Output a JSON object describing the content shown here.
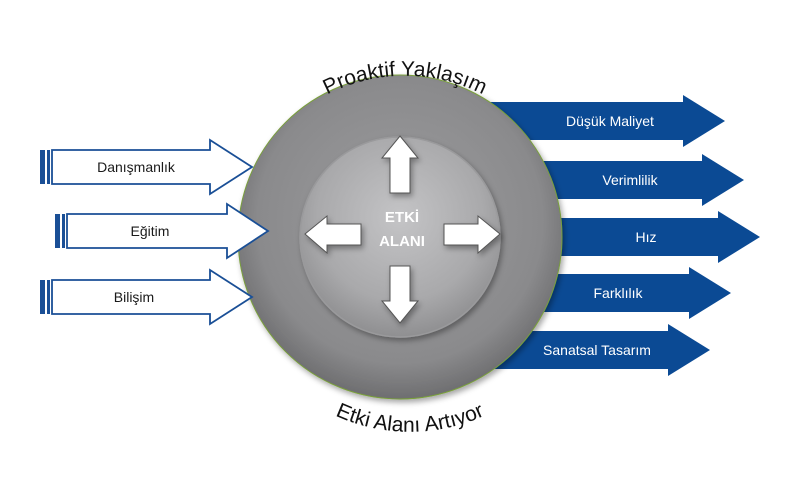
{
  "top_arc_label": "Proaktif Yaklaşım",
  "bottom_arc_label": "Etki Alanı Artıyor",
  "center": {
    "line1": "ETKİ",
    "line2": "ALANI"
  },
  "inputs": [
    "Danışmanlık",
    "Eğitim",
    "Bilişim"
  ],
  "outputs": [
    "Düşük Maliyet",
    "Verimlilik",
    "Hız",
    "Farklılık",
    "Sanatsal Tasarım"
  ],
  "colors": {
    "outer_ring": "#8c8c8e",
    "inner_circle": "#b3b3b5",
    "output_arrow": "#0b4a94",
    "input_arrow_stroke": "#1a4f96",
    "inner_arrow_fill": "#ffffff"
  }
}
